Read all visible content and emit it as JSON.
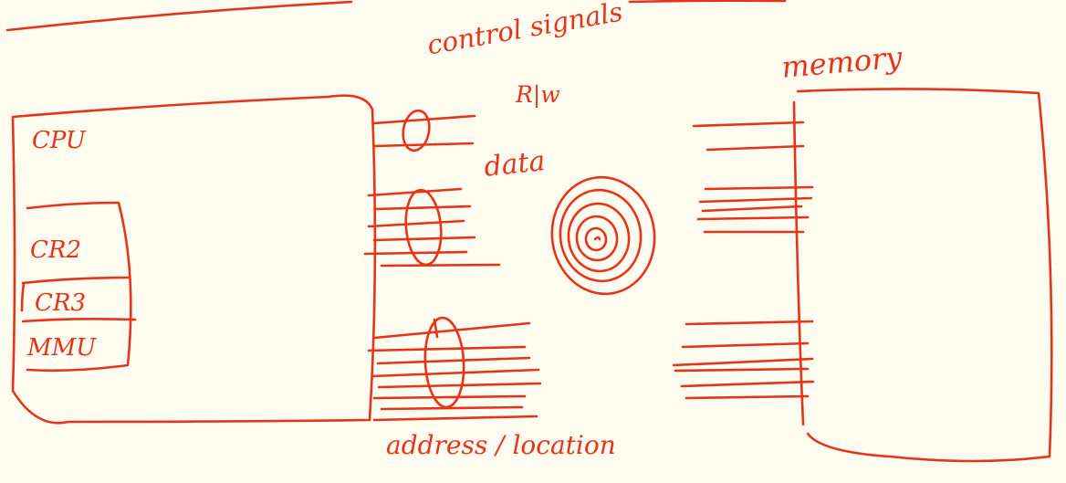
{
  "ink_color": "#e8331c",
  "background_color": "#fffcf0",
  "labels": {
    "control_signals": "control signals",
    "rw": "R|w",
    "data": "data",
    "memory": "memory",
    "cpu": "CPU",
    "cr2": "CR2",
    "cr3": "CR3",
    "mmu": "MMU",
    "address_location": "address / location"
  }
}
